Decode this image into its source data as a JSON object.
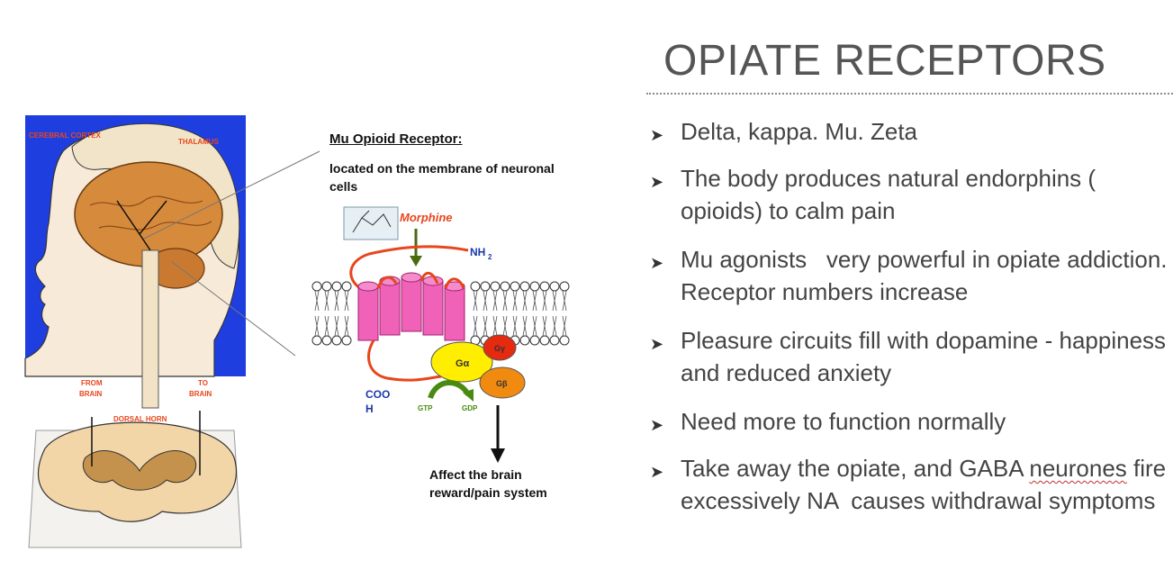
{
  "title": "OPIATE RECEPTORS",
  "bullets": [
    {
      "text": "Delta, kappa. Mu. Zeta"
    },
    {
      "text": "The body produces natural endorphins ( opioids) to calm pain"
    },
    {
      "text": "Mu agonists   very powerful in opiate addiction. Receptor numbers increase"
    },
    {
      "text": "Pleasure circuits fill with dopamine - happiness and reduced anxiety"
    },
    {
      "text": "Need more to function normally"
    },
    {
      "pre": "Take away the opiate, and GABA ",
      "flagged": "neurones",
      "post": " fire excessively NA  causes withdrawal symptoms"
    }
  ],
  "brain_figure": {
    "cerebral_cortex": "CEREBRAL CORTEX",
    "thalamus": "THALAMUS",
    "from_brain_1": "FROM",
    "from_brain_2": "BRAIN",
    "to_brain_1": "TO",
    "to_brain_2": "BRAIN",
    "dorsal_horn": "DORSAL HORN"
  },
  "receptor_figure": {
    "heading": "Mu Opioid Receptor:",
    "subheading": "located on the membrane of neuronal cells",
    "morphine": "Morphine",
    "nh2": "NH",
    "nh2_sub": "2",
    "coo": "COO",
    "coo_h": "H",
    "g_alpha": "Gα",
    "g_gamma": "Gγ",
    "g_beta": "Gβ",
    "gtp": "GTP",
    "gdp": "GDP",
    "affect": "Affect the brain reward/pain system"
  },
  "colors": {
    "title": "#555555",
    "bullet_text": "#444444",
    "brain_bg": "#1f3ee0",
    "helix": "#f062b8",
    "loop": "#e8461c",
    "g_alpha": "#ffee00",
    "g_gamma": "#e62a10",
    "g_beta": "#f08a10"
  }
}
